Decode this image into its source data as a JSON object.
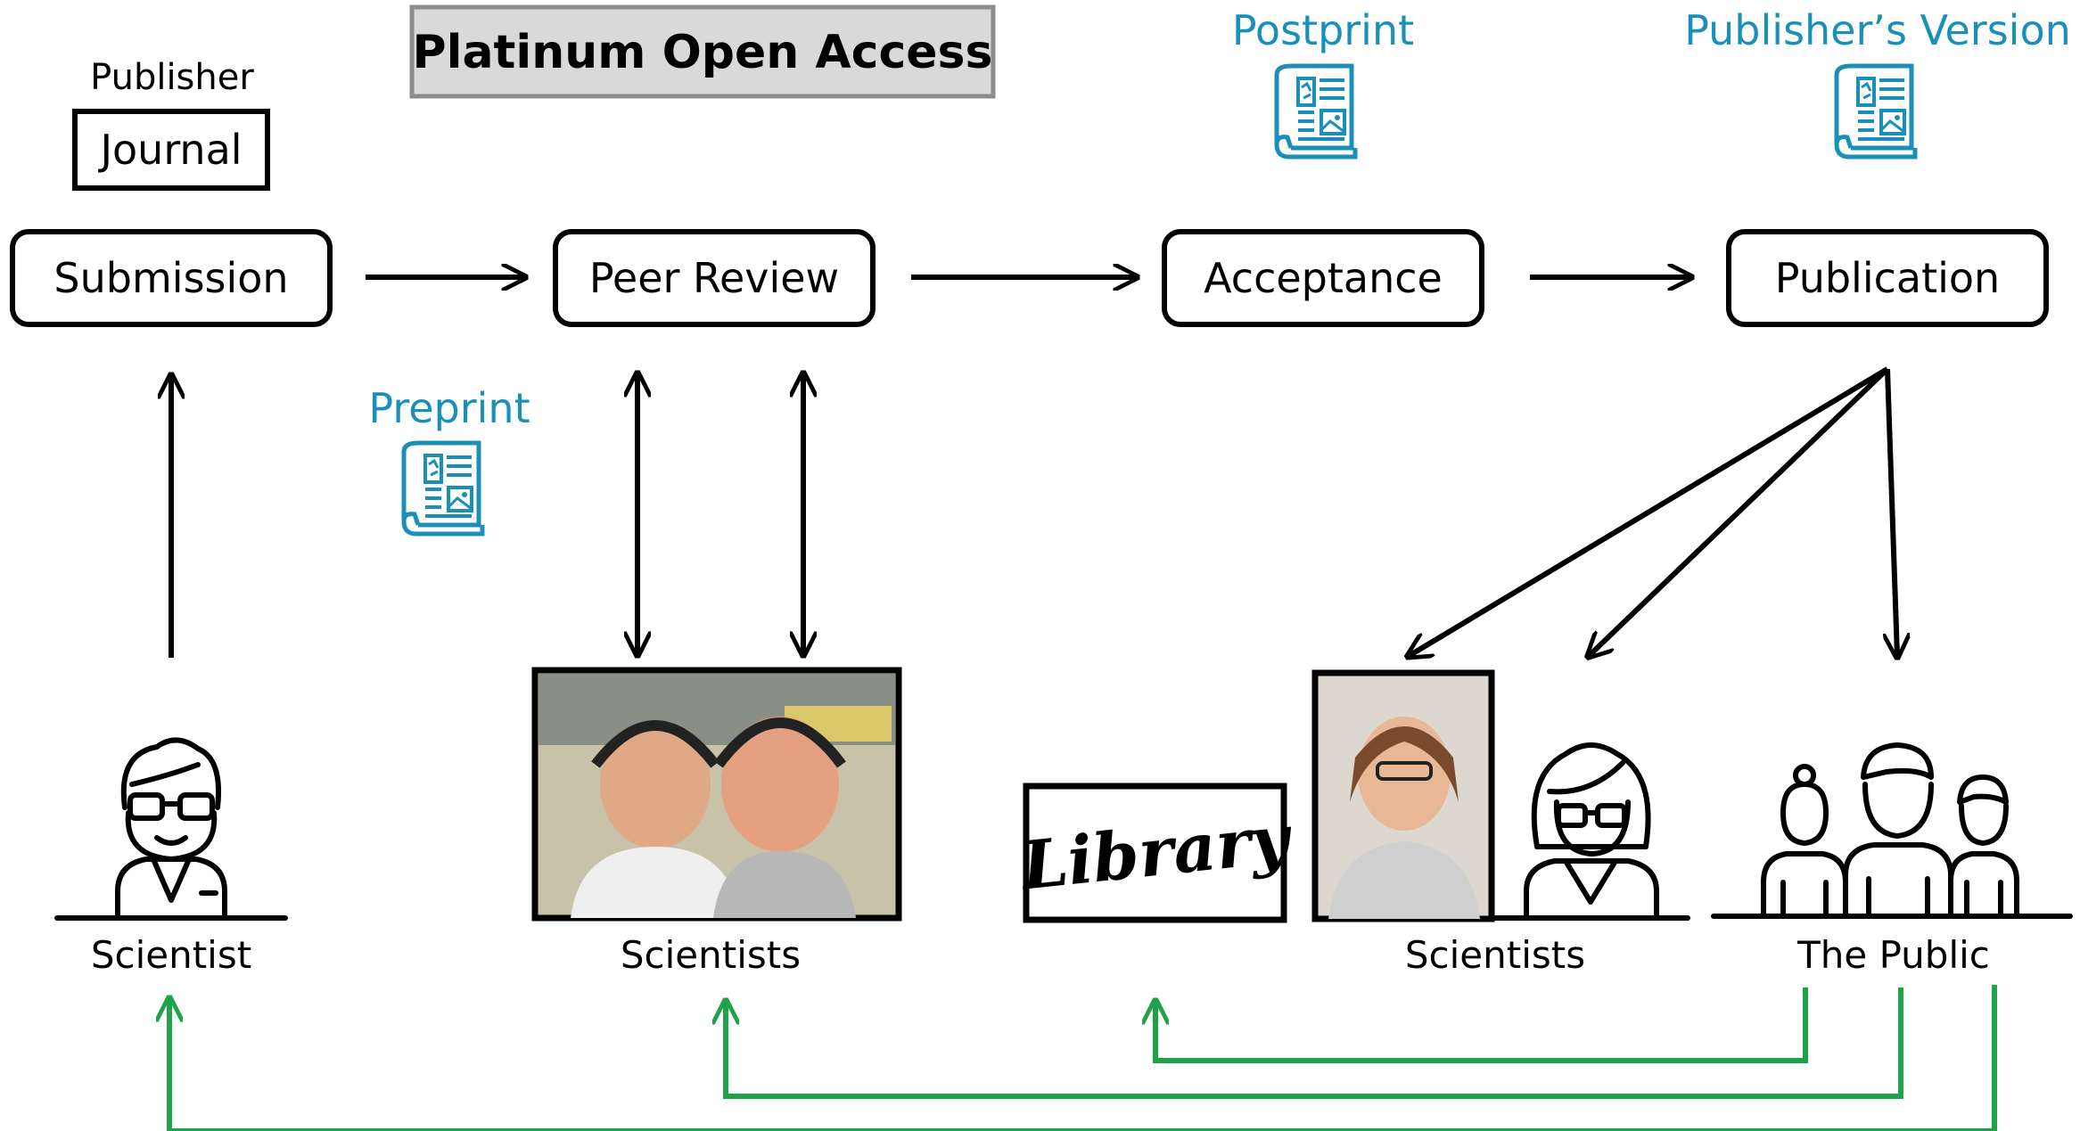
{
  "header": {
    "title": "Platinum Open Access",
    "publisher_label": "Publisher",
    "journal_label": "Journal"
  },
  "stages": {
    "submission": "Submission",
    "peer_review": "Peer Review",
    "acceptance": "Acceptance",
    "publication": "Publication"
  },
  "versions": {
    "preprint": "Preprint",
    "postprint": "Postprint",
    "publishers_version": "Publisher’s Version"
  },
  "actors": {
    "scientist": "Scientist",
    "reviewers": "Scientists",
    "readers": "Scientists",
    "library": "Library",
    "public": "The Public"
  },
  "colors": {
    "accent_blue": "#1a8fb8",
    "feedback_green": "#1fa34a",
    "title_box_fill": "#d9d9d9",
    "ink": "#000000"
  },
  "icons": [
    "document-icon",
    "scientist-icon",
    "woman-scientist-icon",
    "public-group-icon",
    "reviewers-photo",
    "reader-photo",
    "library-sign"
  ]
}
